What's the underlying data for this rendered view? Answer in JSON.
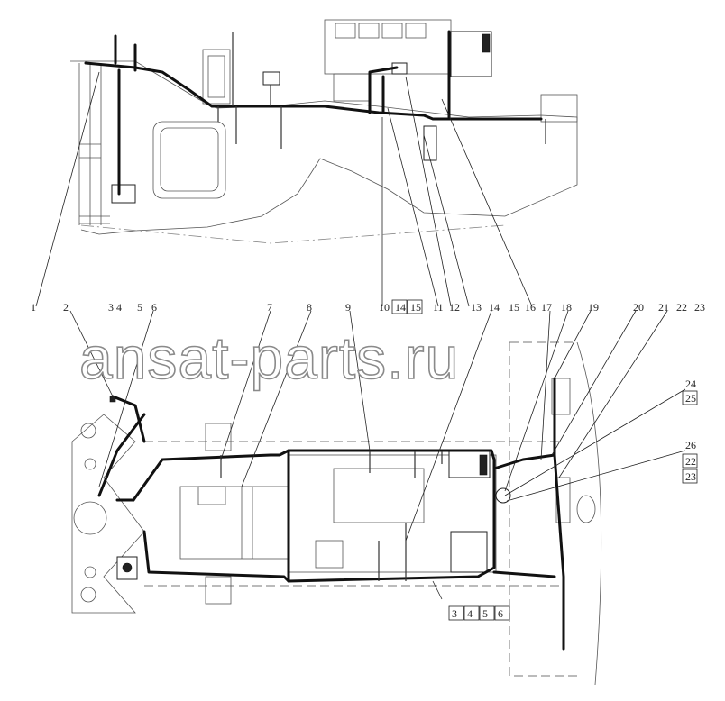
{
  "watermark": "ansat-parts.ru",
  "callouts": {
    "top": [
      "1",
      "2",
      "3 4",
      "5",
      "6",
      "7",
      "8",
      "9",
      "10",
      "14",
      "15",
      "11",
      "12",
      "13",
      "14",
      "15",
      "16",
      "17",
      "18",
      "19",
      "20",
      "21",
      "22",
      "23"
    ],
    "right_stack": [
      "24",
      "25",
      "26",
      "22",
      "23"
    ],
    "bottom": [
      "3",
      "4",
      "5",
      "6"
    ]
  }
}
